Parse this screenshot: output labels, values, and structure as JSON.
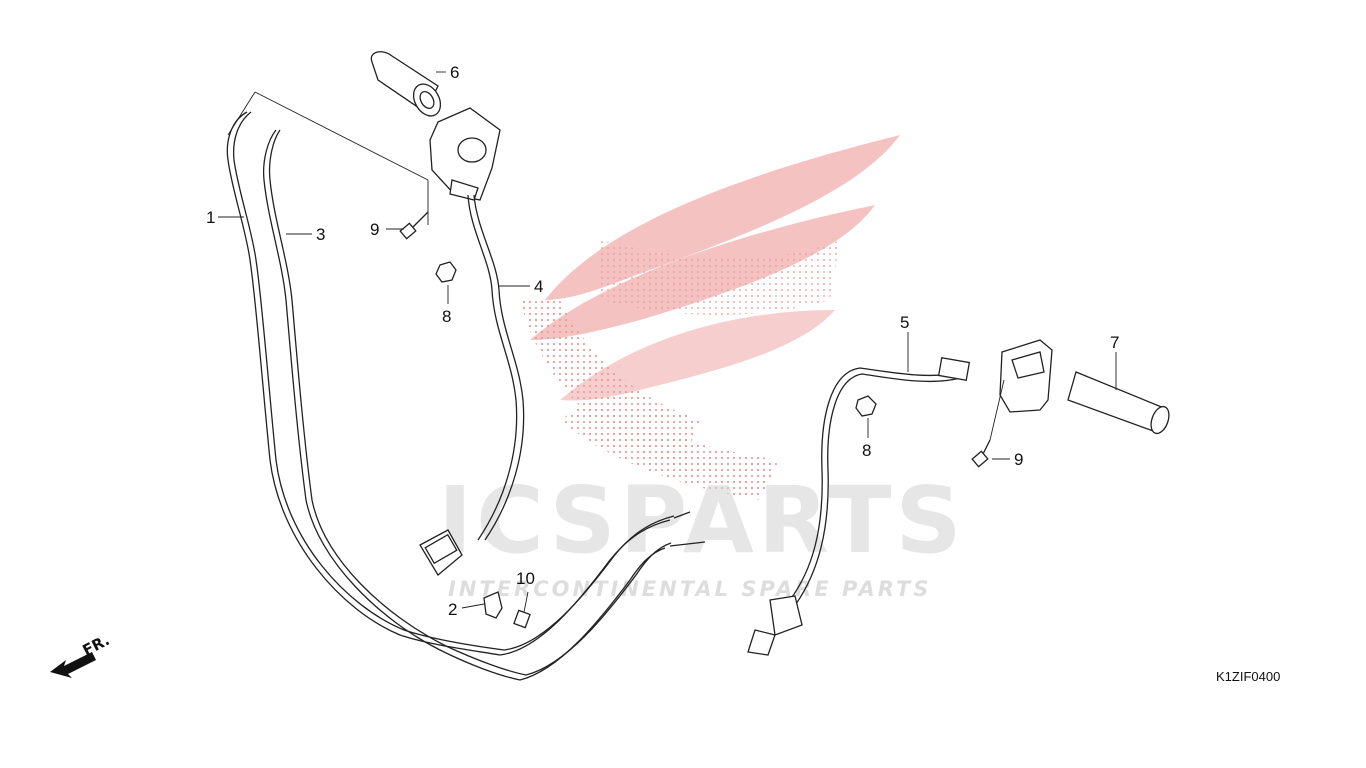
{
  "diagram": {
    "code": "K1ZIF0400",
    "direction_label": "FR.",
    "callouts": [
      "1",
      "2",
      "3",
      "4",
      "5",
      "6",
      "7",
      "8",
      "8",
      "9",
      "9",
      "10"
    ]
  },
  "watermark": {
    "brand": "ICSPARTS",
    "tagline": "INTERCONTINENTAL SPARE PARTS",
    "color": "#e23b3b",
    "gray": "#c8c8c8"
  }
}
